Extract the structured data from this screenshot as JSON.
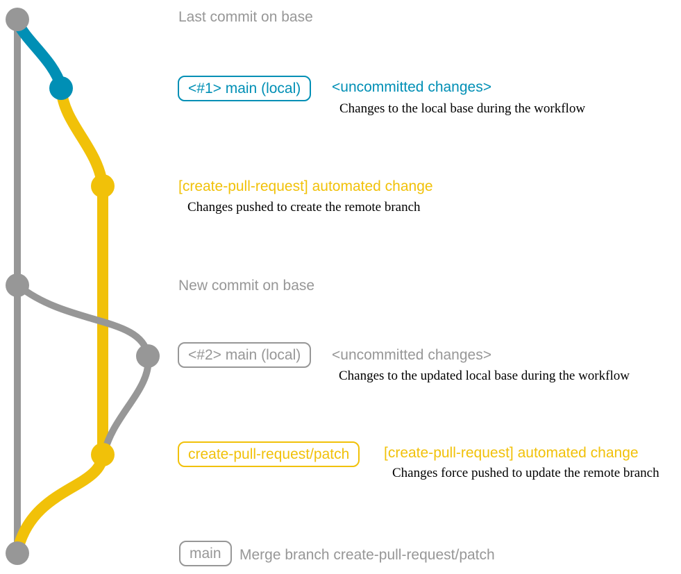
{
  "colors": {
    "gray": "#979797",
    "blue": "#008fb5",
    "yellow": "#f1c109",
    "text": "#000000",
    "background": "#ffffff"
  },
  "annotations": {
    "last_commit_on_base": {
      "title": "Last commit on base"
    },
    "local_main_1": {
      "badge": "<#1> main (local)",
      "title": "<uncommitted changes>",
      "description": "Changes to the local base during the workflow"
    },
    "automated_change_1": {
      "title": "[create-pull-request] automated change",
      "description": "Changes pushed to create the remote branch"
    },
    "new_commit_on_base": {
      "title": "New commit on base"
    },
    "local_main_2": {
      "badge": "<#2> main (local)",
      "title": "<uncommitted changes>",
      "description": "Changes to the updated local base during the workflow"
    },
    "automated_change_2": {
      "badge": "create-pull-request/patch",
      "title": "[create-pull-request] automated change",
      "description": "Changes force pushed to update the remote branch"
    },
    "merge_commit": {
      "badge": "main",
      "title": "Merge branch create-pull-request/patch"
    }
  },
  "graph": {
    "branches": [
      {
        "name": "base",
        "color": "gray"
      },
      {
        "name": "main (local)",
        "color": "blue"
      },
      {
        "name": "create-pull-request/patch",
        "color": "yellow"
      }
    ],
    "commits": [
      {
        "name": "last-commit-on-base",
        "branch": "base",
        "color": "gray"
      },
      {
        "name": "uncommitted-changes-1",
        "branch": "main (local)",
        "color": "blue"
      },
      {
        "name": "automated-change-1",
        "branch": "create-pull-request/patch",
        "color": "yellow"
      },
      {
        "name": "new-commit-on-base",
        "branch": "base",
        "color": "gray"
      },
      {
        "name": "uncommitted-changes-2",
        "branch": "main (local)",
        "color": "gray"
      },
      {
        "name": "automated-change-2",
        "branch": "create-pull-request/patch",
        "color": "yellow"
      },
      {
        "name": "merge-commit",
        "branch": "base",
        "color": "gray"
      }
    ]
  }
}
